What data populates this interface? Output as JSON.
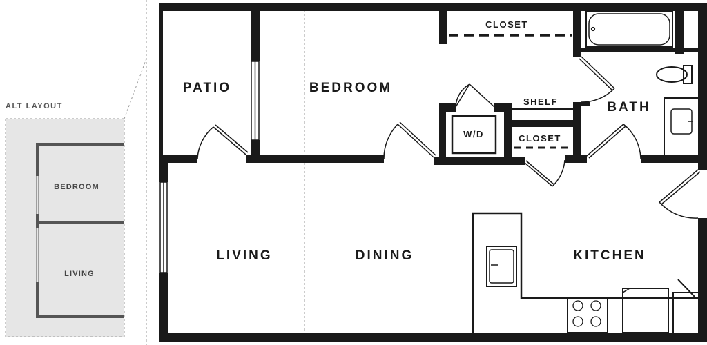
{
  "plan": {
    "rooms": {
      "patio": "PATIO",
      "bedroom": "BEDROOM",
      "bath": "BATH",
      "living": "LIVING",
      "dining": "DINING",
      "kitchen": "KITCHEN"
    },
    "storage": {
      "closet_top": "CLOSET",
      "shelf": "SHELF",
      "closet_small": "CLOSET",
      "wd": "W/D"
    }
  },
  "alt_layout": {
    "title": "ALT LAYOUT",
    "bedroom": "BEDROOM",
    "living": "LIVING"
  },
  "colors": {
    "wall": "#1a1a1a",
    "alt_fill": "#e6e6e6",
    "alt_wall": "#555555",
    "guide": "#9a9a9a"
  }
}
